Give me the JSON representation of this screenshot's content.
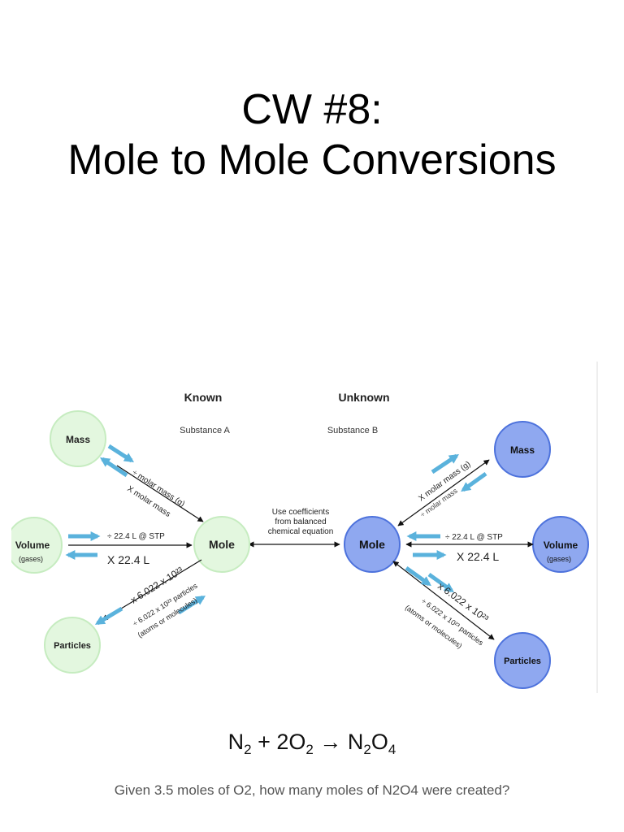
{
  "slide": {
    "title_line1": "CW #8:",
    "title_line2": "Mole to Mole Conversions"
  },
  "diagram": {
    "known_header": "Known",
    "unknown_header": "Unknown",
    "substance_a": "Substance A",
    "substance_b": "Substance B",
    "middle_note": [
      "Use coefficients",
      "from balanced",
      "chemical equation"
    ],
    "left": {
      "mass": "Mass",
      "volume": "Volume",
      "volume_sub": "(gases)",
      "particles": "Particles",
      "mole": "Mole",
      "mass_divide": "÷ molar mass (g)",
      "mass_multiply": "X molar mass",
      "volume_divide": "÷ 22.4 L @ STP",
      "volume_multiply": "X 22.4 L",
      "particles_multiply": "x 6.022 x 10²³",
      "particles_divide": "÷ 6.022 x 10²³ particles",
      "particles_note": "(atoms or molecules)"
    },
    "right": {
      "mass": "Mass",
      "volume": "Volume",
      "volume_sub": "(gases)",
      "particles": "Particles",
      "mole": "Mole",
      "mass_multiply": "X molar mass (g)",
      "mass_divide": "÷ molar mass",
      "volume_divide": "÷ 22.4 L @ STP",
      "volume_multiply": "X 22.4 L",
      "particles_multiply": "x 6.022 x 10²³",
      "particles_divide": "÷ 6.022 x 10²³ particles",
      "particles_note": "(atoms or molecules)"
    },
    "colors": {
      "known_circle_fill": "#e3f7df",
      "known_circle_stroke": "#c6ecc0",
      "unknown_circle_fill": "#8fa8f0",
      "unknown_circle_stroke": "#4d72dc",
      "blue_arrow": "#5ab2dc"
    }
  },
  "equation": {
    "n2_symbol": "N",
    "n2_sub": "2",
    "plus": "+",
    "o2_coef_symbol": "2O",
    "o2_sub": "2",
    "arrow": "→",
    "n2o4_n": "N",
    "n2o4_n_sub": "2",
    "n2o4_o": "O",
    "n2o4_o_sub": "4"
  },
  "question": "Given 3.5 moles of O2, how many moles of N2O4 were created?"
}
